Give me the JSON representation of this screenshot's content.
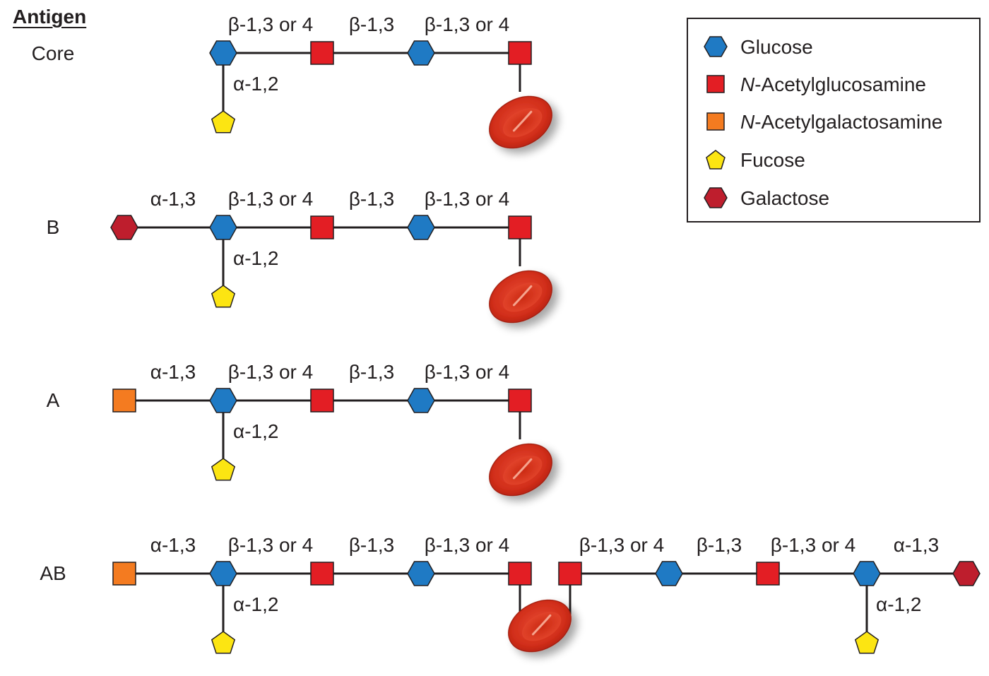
{
  "header": {
    "title": "Antigen"
  },
  "colors": {
    "glucose": "#1f7ac4",
    "n_acetylglucosamine": "#e31e24",
    "n_acetylgalactosamine": "#f47b20",
    "fucose": "#fce512",
    "galactose": "#be1e2d",
    "rbc": "#d9301e",
    "line": "#231f20"
  },
  "legend": {
    "items": [
      {
        "shape": "hexagon",
        "color_key": "glucose",
        "prefix": "",
        "label": "Glucose"
      },
      {
        "shape": "square",
        "color_key": "n_acetylglucosamine",
        "prefix": "N",
        "label": "-Acetylglucosamine"
      },
      {
        "shape": "square",
        "color_key": "n_acetylgalactosamine",
        "prefix": "N",
        "label": "-Acetylgalactosamine"
      },
      {
        "shape": "pentagon",
        "color_key": "fucose",
        "prefix": "",
        "label": "Fucose"
      },
      {
        "shape": "hexagon",
        "color_key": "galactose",
        "prefix": "",
        "label": "Galactose"
      }
    ]
  },
  "rows": [
    {
      "name": "Core",
      "terminal": null,
      "links": [
        "β-1,3 or 4",
        "β-1,3",
        "β-1,3 or 4"
      ],
      "branch_label": "α-1,2"
    },
    {
      "name": "B",
      "terminal": "galactose",
      "terminal_link": "α-1,3",
      "links": [
        "β-1,3 or 4",
        "β-1,3",
        "β-1,3 or 4"
      ],
      "branch_label": "α-1,2"
    },
    {
      "name": "A",
      "terminal": "n_acetylgalactosamine",
      "terminal_link": "α-1,3",
      "links": [
        "β-1,3 or 4",
        "β-1,3",
        "β-1,3 or 4"
      ],
      "branch_label": "α-1,2"
    },
    {
      "name": "AB",
      "terminal": "n_acetylgalactosamine",
      "terminal_link": "α-1,3",
      "links": [
        "β-1,3 or 4",
        "β-1,3",
        "β-1,3 or 4"
      ],
      "branch_label": "α-1,2",
      "right_chain": {
        "links": [
          "β-1,3 or 4",
          "β-1,3",
          "β-1,3 or 4",
          "α-1,3"
        ],
        "terminal": "galactose",
        "branch_label": "α-1,2"
      }
    }
  ]
}
